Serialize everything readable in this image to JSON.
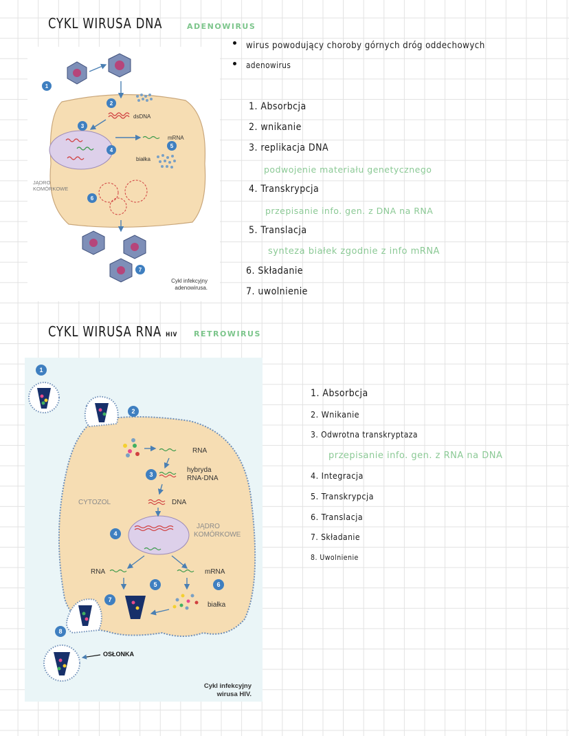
{
  "section1": {
    "title": "CYKL WIRUSA DNA",
    "tag": "ADENOWIRUS",
    "notes": [
      "wirus powodujący choroby górnych dróg oddechowych",
      "adenowirus"
    ],
    "steps": [
      {
        "num": "1.",
        "text": "Absorbcja"
      },
      {
        "num": "2.",
        "text": "wnikanie"
      },
      {
        "num": "3.",
        "text": "replikacja DNA",
        "sub": "podwojenie materiału genetycznego"
      },
      {
        "num": "4.",
        "text": "Transkrypcja",
        "sub": "przepisanie info. gen. z DNA na RNA"
      },
      {
        "num": "5.",
        "text": "Translacja",
        "sub": "synteza białek zgodnie z info mRNA"
      },
      {
        "num": "6.",
        "text": "Składanie"
      },
      {
        "num": "7.",
        "text": "uwolnienie"
      }
    ],
    "figure": {
      "labels": {
        "dsdna": "dsDNA",
        "mrna": "mRNA",
        "bialka": "białka",
        "jadro1": "JĄDRO",
        "jadro2": "KOMÓRKOWE"
      },
      "caption1": "Cykl infekcyjny",
      "caption2": "adenowirusa.",
      "markers": [
        "1",
        "2",
        "3",
        "4",
        "5",
        "6",
        "7"
      ]
    }
  },
  "section2": {
    "title": "CYKL WIRUSA RNA",
    "title_suffix": "HIV",
    "tag": "RETROWIRUS",
    "steps": [
      {
        "num": "1.",
        "text": "Absorbcja"
      },
      {
        "num": "2.",
        "text": "Wnikanie"
      },
      {
        "num": "3.",
        "text": "Odwrotna transkryptaza",
        "sub": "przepisanie info. gen. z RNA na DNA"
      },
      {
        "num": "4.",
        "text": "Integracja"
      },
      {
        "num": "5.",
        "text": "Transkrypcja"
      },
      {
        "num": "6.",
        "text": "Translacja"
      },
      {
        "num": "7.",
        "text": "Składanie"
      },
      {
        "num": "8.",
        "text": "Uwolnienie"
      }
    ],
    "figure": {
      "labels": {
        "rna_top": "RNA",
        "hybryda1": "hybryda",
        "hybryda2": "RNA-DNA",
        "dna": "DNA",
        "cytozol": "CYTOZOL",
        "jadro1": "JĄDRO",
        "jadro2": "KOMÓRKOWE",
        "rna_left": "RNA",
        "mrna": "mRNA",
        "bialka": "białka"
      },
      "annotation": "OSŁONKA",
      "caption1": "Cykl infekcyjny",
      "caption2": "wirusa HIV.",
      "markers": [
        "1",
        "2",
        "3",
        "4",
        "5",
        "6",
        "7",
        "8"
      ]
    }
  }
}
